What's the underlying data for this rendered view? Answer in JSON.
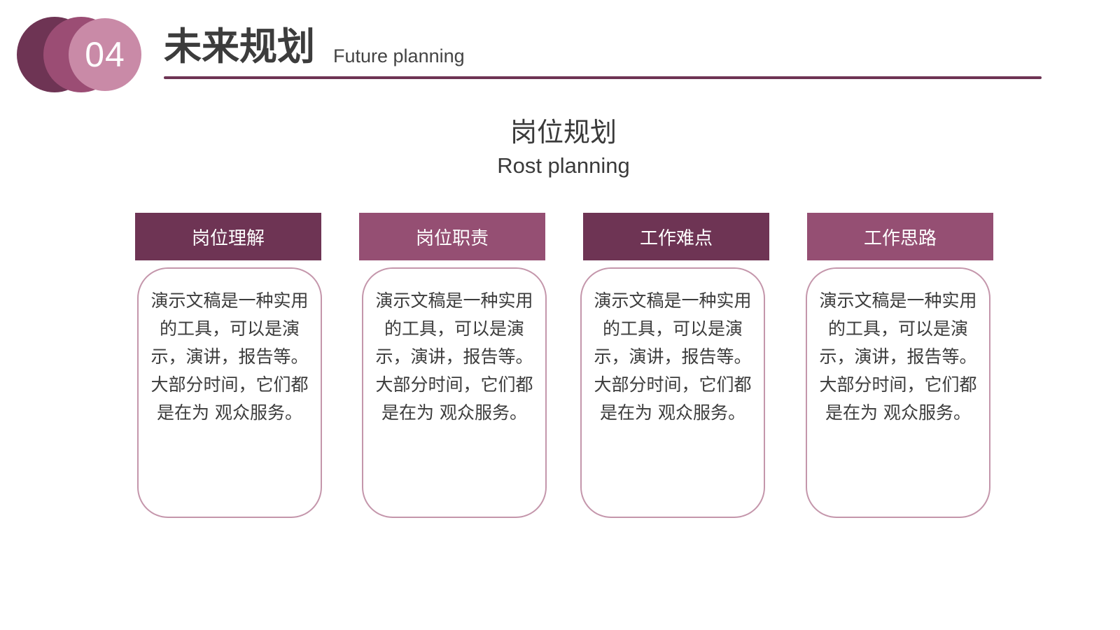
{
  "header": {
    "section_number": "04",
    "title_cn": "未来规划",
    "title_en": "Future planning"
  },
  "section": {
    "title_cn": "岗位规划",
    "title_en": "Rost planning"
  },
  "cards": [
    {
      "title": "岗位理解",
      "body": "演示文稿是一种实用的工具，可以是演示，演讲，报告等。大部分时间，它们都是在为 观众服务。"
    },
    {
      "title": "岗位职责",
      "body": "演示文稿是一种实用的工具，可以是演示，演讲，报告等。大部分时间，它们都是在为 观众服务。"
    },
    {
      "title": "工作难点",
      "body": "演示文稿是一种实用的工具，可以是演示，演讲，报告等。大部分时间，它们都是在为 观众服务。"
    },
    {
      "title": "工作思路",
      "body": "演示文稿是一种实用的工具，可以是演示，演讲，报告等。大部分时间，它们都是在为 观众服务。"
    }
  ],
  "colors": {
    "primary_dark": "#6e3454",
    "primary_mid": "#9b4d74",
    "primary_light": "#c98aa7",
    "card_border": "#c496ab"
  }
}
